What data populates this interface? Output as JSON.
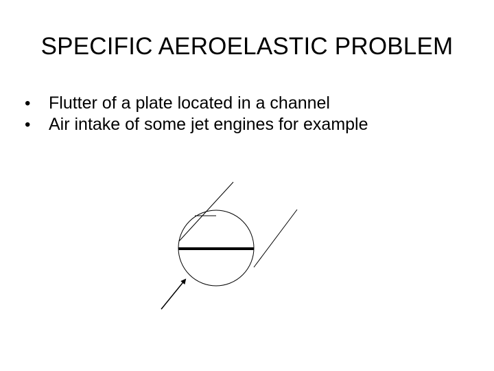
{
  "slide": {
    "title": "SPECIFIC AEROELASTIC PROBLEM",
    "bullets": [
      "Flutter of a plate located in a channel",
      "Air intake of some jet engines for example"
    ],
    "bullet_symbol": "•"
  },
  "colors": {
    "background": "#ffffff",
    "ink": "#000000"
  }
}
